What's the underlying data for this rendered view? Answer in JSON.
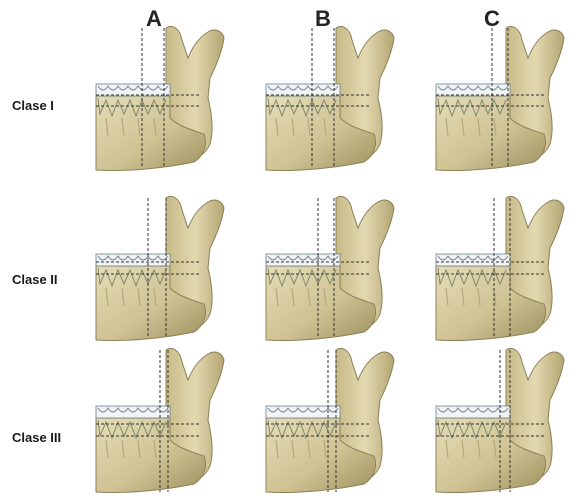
{
  "columns": [
    "A",
    "B",
    "C"
  ],
  "rows": [
    "Clase I",
    "Clase II",
    "Clase III"
  ],
  "colors": {
    "bone": "#d8cfa6",
    "bone_dark": "#a89a6a",
    "bone_shadow": "#8c8058",
    "tooth": "#e9ecef",
    "tooth_outline": "#6a7f8c",
    "guide_line": "#333333"
  }
}
